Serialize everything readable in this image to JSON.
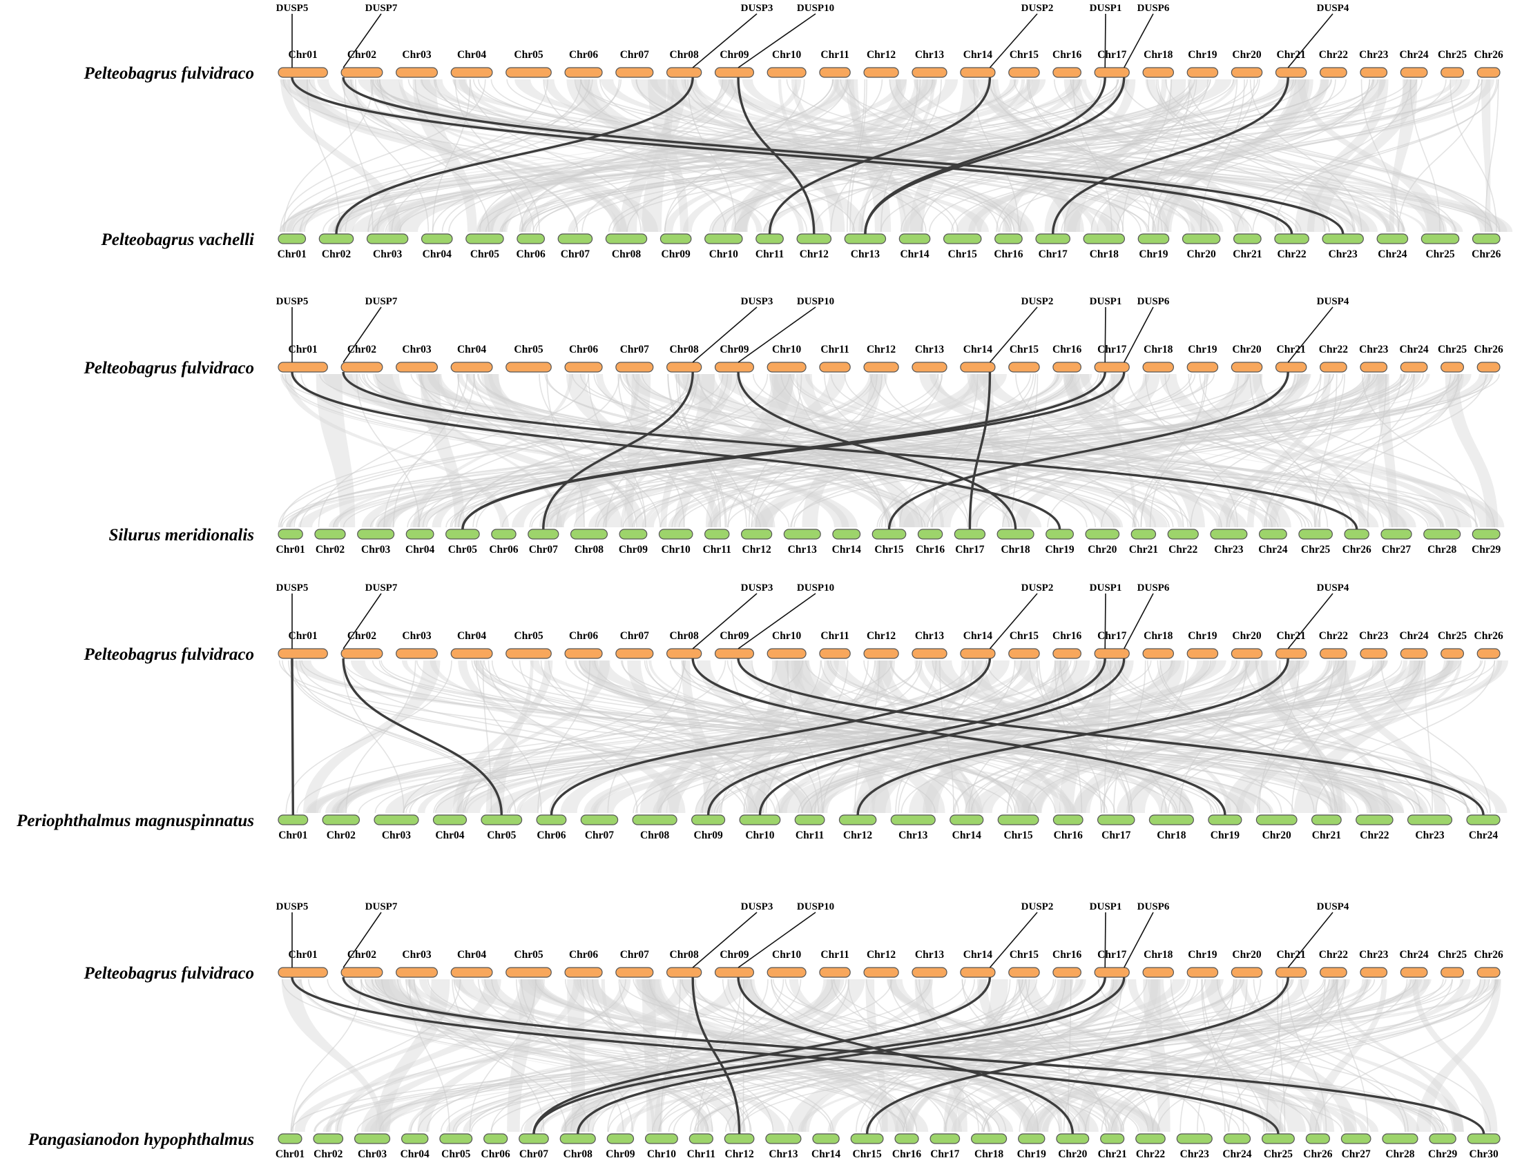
{
  "panels": [
    {
      "top_species": "Pelteobagrus fulvidraco",
      "bottom_species": "Pelteobagrus vachelli",
      "top_chromosomes": [
        "Chr01",
        "Chr02",
        "Chr03",
        "Chr04",
        "Chr05",
        "Chr06",
        "Chr07",
        "Chr08",
        "Chr09",
        "Chr10",
        "Chr11",
        "Chr12",
        "Chr13",
        "Chr14",
        "Chr15",
        "Chr16",
        "Chr17",
        "Chr18",
        "Chr19",
        "Chr20",
        "Chr21",
        "Chr22",
        "Chr23",
        "Chr24",
        "Chr25",
        "Chr26"
      ],
      "bottom_chromosomes": [
        "Chr01",
        "Chr02",
        "Chr03",
        "Chr04",
        "Chr05",
        "Chr06",
        "Chr07",
        "Chr08",
        "Chr09",
        "Chr10",
        "Chr11",
        "Chr12",
        "Chr13",
        "Chr14",
        "Chr15",
        "Chr16",
        "Chr17",
        "Chr18",
        "Chr19",
        "Chr20",
        "Chr21",
        "Chr22",
        "Chr23",
        "Chr24",
        "Chr25",
        "Chr26"
      ],
      "genes": [
        "DUSP5",
        "DUSP7",
        "DUSP3",
        "DUSP10",
        "DUSP2",
        "DUSP1",
        "DUSP6",
        "DUSP4"
      ],
      "links": [
        {
          "gene": "DUSP5",
          "from": "Chr01",
          "to": "Chr22"
        },
        {
          "gene": "DUSP7",
          "from": "Chr02",
          "to": "Chr23"
        },
        {
          "gene": "DUSP3",
          "from": "Chr08",
          "to": "Chr02"
        },
        {
          "gene": "DUSP10",
          "from": "Chr09",
          "to": "Chr12"
        },
        {
          "gene": "DUSP2",
          "from": "Chr14",
          "to": "Chr11"
        },
        {
          "gene": "DUSP1",
          "from": "Chr17",
          "to": "Chr13"
        },
        {
          "gene": "DUSP6",
          "from": "Chr17",
          "to": "Chr13"
        },
        {
          "gene": "DUSP4",
          "from": "Chr21",
          "to": "Chr17"
        }
      ]
    },
    {
      "top_species": "Pelteobagrus fulvidraco",
      "bottom_species": "Silurus meridionalis",
      "top_chromosomes": [
        "Chr01",
        "Chr02",
        "Chr03",
        "Chr04",
        "Chr05",
        "Chr06",
        "Chr07",
        "Chr08",
        "Chr09",
        "Chr10",
        "Chr11",
        "Chr12",
        "Chr13",
        "Chr14",
        "Chr15",
        "Chr16",
        "Chr17",
        "Chr18",
        "Chr19",
        "Chr20",
        "Chr21",
        "Chr22",
        "Chr23",
        "Chr24",
        "Chr25",
        "Chr26"
      ],
      "bottom_chromosomes": [
        "Chr01",
        "Chr02",
        "Chr03",
        "Chr04",
        "Chr05",
        "Chr06",
        "Chr07",
        "Chr08",
        "Chr09",
        "Chr10",
        "Chr11",
        "Chr12",
        "Chr13",
        "Chr14",
        "Chr15",
        "Chr16",
        "Chr17",
        "Chr18",
        "Chr19",
        "Chr20",
        "Chr21",
        "Chr22",
        "Chr23",
        "Chr24",
        "Chr25",
        "Chr26",
        "Chr27",
        "Chr28",
        "Chr29"
      ],
      "genes": [
        "DUSP5",
        "DUSP7",
        "DUSP3",
        "DUSP10",
        "DUSP2",
        "DUSP1",
        "DUSP6",
        "DUSP4"
      ],
      "links": [
        {
          "gene": "DUSP5",
          "from": "Chr01",
          "to": "Chr19"
        },
        {
          "gene": "DUSP7",
          "from": "Chr02",
          "to": "Chr26"
        },
        {
          "gene": "DUSP3",
          "from": "Chr08",
          "to": "Chr07"
        },
        {
          "gene": "DUSP10",
          "from": "Chr09",
          "to": "Chr18"
        },
        {
          "gene": "DUSP2",
          "from": "Chr14",
          "to": "Chr17"
        },
        {
          "gene": "DUSP1",
          "from": "Chr17",
          "to": "Chr05"
        },
        {
          "gene": "DUSP6",
          "from": "Chr17",
          "to": "Chr05"
        },
        {
          "gene": "DUSP4",
          "from": "Chr21",
          "to": "Chr15"
        }
      ]
    },
    {
      "top_species": "Pelteobagrus fulvidraco",
      "bottom_species": "Periophthalmus magnuspinnatus",
      "top_chromosomes": [
        "Chr01",
        "Chr02",
        "Chr03",
        "Chr04",
        "Chr05",
        "Chr06",
        "Chr07",
        "Chr08",
        "Chr09",
        "Chr10",
        "Chr11",
        "Chr12",
        "Chr13",
        "Chr14",
        "Chr15",
        "Chr16",
        "Chr17",
        "Chr18",
        "Chr19",
        "Chr20",
        "Chr21",
        "Chr22",
        "Chr23",
        "Chr24",
        "Chr25",
        "Chr26"
      ],
      "bottom_chromosomes": [
        "Chr01",
        "Chr02",
        "Chr03",
        "Chr04",
        "Chr05",
        "Chr06",
        "Chr07",
        "Chr08",
        "Chr09",
        "Chr10",
        "Chr11",
        "Chr12",
        "Chr13",
        "Chr14",
        "Chr15",
        "Chr16",
        "Chr17",
        "Chr18",
        "Chr19",
        "Chr20",
        "Chr21",
        "Chr22",
        "Chr23",
        "Chr24"
      ],
      "genes": [
        "DUSP5",
        "DUSP7",
        "DUSP3",
        "DUSP10",
        "DUSP2",
        "DUSP1",
        "DUSP6",
        "DUSP4"
      ],
      "links": [
        {
          "gene": "DUSP5",
          "from": "Chr01",
          "to": "Chr01"
        },
        {
          "gene": "DUSP7",
          "from": "Chr02",
          "to": "Chr05"
        },
        {
          "gene": "DUSP3",
          "from": "Chr08",
          "to": "Chr19"
        },
        {
          "gene": "DUSP10",
          "from": "Chr09",
          "to": "Chr24"
        },
        {
          "gene": "DUSP2",
          "from": "Chr14",
          "to": "Chr06"
        },
        {
          "gene": "DUSP1",
          "from": "Chr17",
          "to": "Chr09"
        },
        {
          "gene": "DUSP6",
          "from": "Chr17",
          "to": "Chr10"
        },
        {
          "gene": "DUSP4",
          "from": "Chr21",
          "to": "Chr12"
        }
      ]
    },
    {
      "top_species": "Pelteobagrus fulvidraco",
      "bottom_species": "Pangasianodon hypophthalmus",
      "top_chromosomes": [
        "Chr01",
        "Chr02",
        "Chr03",
        "Chr04",
        "Chr05",
        "Chr06",
        "Chr07",
        "Chr08",
        "Chr09",
        "Chr10",
        "Chr11",
        "Chr12",
        "Chr13",
        "Chr14",
        "Chr15",
        "Chr16",
        "Chr17",
        "Chr18",
        "Chr19",
        "Chr20",
        "Chr21",
        "Chr22",
        "Chr23",
        "Chr24",
        "Chr25",
        "Chr26"
      ],
      "bottom_chromosomes": [
        "Chr01",
        "Chr02",
        "Chr03",
        "Chr04",
        "Chr05",
        "Chr06",
        "Chr07",
        "Chr08",
        "Chr09",
        "Chr10",
        "Chr11",
        "Chr12",
        "Chr13",
        "Chr14",
        "Chr15",
        "Chr16",
        "Chr17",
        "Chr18",
        "Chr19",
        "Chr20",
        "Chr21",
        "Chr22",
        "Chr23",
        "Chr24",
        "Chr25",
        "Chr26",
        "Chr27",
        "Chr28",
        "Chr29",
        "Chr30"
      ],
      "genes": [
        "DUSP5",
        "DUSP7",
        "DUSP3",
        "DUSP10",
        "DUSP2",
        "DUSP1",
        "DUSP6",
        "DUSP4"
      ],
      "links": [
        {
          "gene": "DUSP5",
          "from": "Chr01",
          "to": "Chr25"
        },
        {
          "gene": "DUSP7",
          "from": "Chr02",
          "to": "Chr30"
        },
        {
          "gene": "DUSP3",
          "from": "Chr08",
          "to": "Chr12"
        },
        {
          "gene": "DUSP10",
          "from": "Chr09",
          "to": "Chr20"
        },
        {
          "gene": "DUSP2",
          "from": "Chr14",
          "to": "Chr07"
        },
        {
          "gene": "DUSP1",
          "from": "Chr17",
          "to": "Chr07"
        },
        {
          "gene": "DUSP6",
          "from": "Chr17",
          "to": "Chr08"
        },
        {
          "gene": "DUSP4",
          "from": "Chr21",
          "to": "Chr15"
        }
      ]
    }
  ],
  "colors": {
    "top_chromosome": "#f8a75c",
    "bottom_chromosome": "#9dd46b",
    "gene_link": "#3c3c3c",
    "background_synteny": "#d8d8d8"
  }
}
